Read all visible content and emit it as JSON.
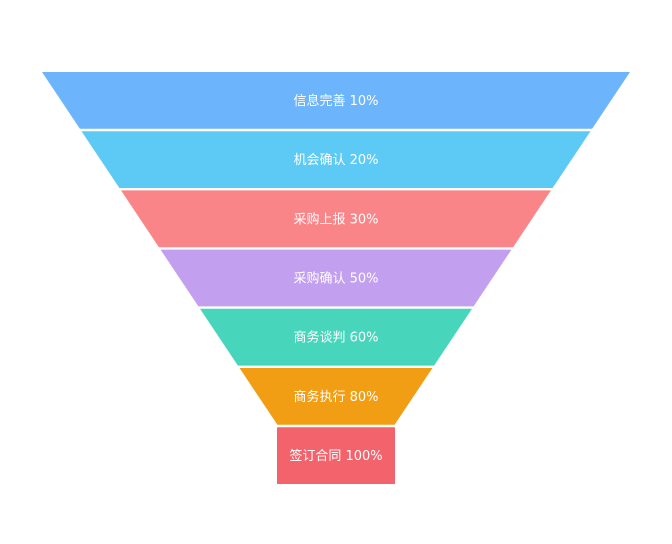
{
  "chart_data": {
    "type": "funnel",
    "stages": [
      {
        "label": "信息完善 10%",
        "name": "信息完善",
        "value": 10,
        "color": "#6cb4fb"
      },
      {
        "label": "机会确认 20%",
        "name": "机会确认",
        "value": 20,
        "color": "#5ccaf5"
      },
      {
        "label": "采购上报 30%",
        "name": "采购上报",
        "value": 30,
        "color": "#f98589"
      },
      {
        "label": "采购确认 50%",
        "name": "采购确认",
        "value": 50,
        "color": "#c3a0ef"
      },
      {
        "label": "商务谈判 60%",
        "name": "商务谈判",
        "value": 60,
        "color": "#47d5bc"
      },
      {
        "label": "商务执行 80%",
        "name": "商务执行",
        "value": 80,
        "color": "#f29e14"
      },
      {
        "label": "签订合同 100%",
        "name": "签订合同",
        "value": 100,
        "color": "#f3636c"
      }
    ]
  }
}
